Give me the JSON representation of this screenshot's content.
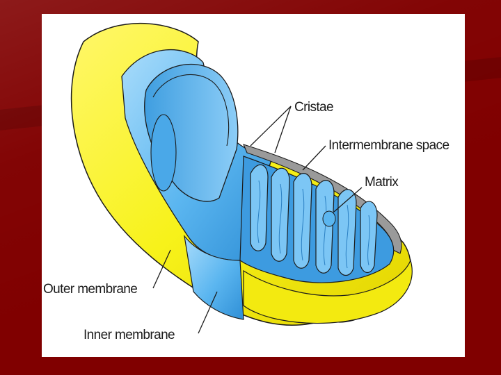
{
  "diagram": {
    "labels": {
      "cristae": "Cristae",
      "intermembrane_space": "Intermembrane space",
      "matrix": "Matrix",
      "outer_membrane": "Outer membrane",
      "inner_membrane": "Inner membrane"
    },
    "colors": {
      "outer_membrane": "#f7f21a",
      "outer_membrane_edge": "#d8c800",
      "inner_membrane": "#5bb6f0",
      "inner_membrane_light": "#a9dcfb",
      "intermembrane_space": "#9a9a9a",
      "slide_background": "#800000",
      "outline": "#1b1b1b"
    }
  }
}
